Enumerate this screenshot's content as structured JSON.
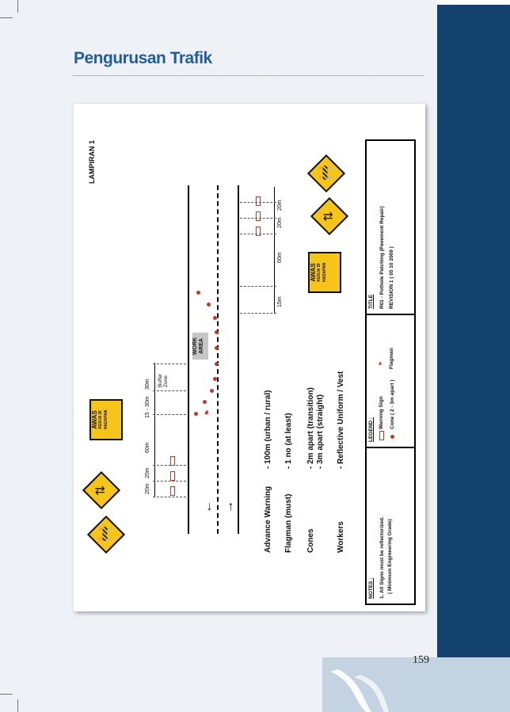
{
  "header": {
    "title": "Pengurusan Trafik"
  },
  "page_number": "159",
  "figure": {
    "lampiran": "LAMPIRAN 1",
    "work_area": [
      "WORK",
      "AREA"
    ],
    "buffer_zone": [
      "Buffer",
      "Zone"
    ],
    "sign_text": {
      "line1": "AWAS",
      "line2": "KERJA DI",
      "line3": "HADAPAN"
    },
    "dims_bottom": [
      "20m",
      "20m",
      "60m",
      "15 - 30m",
      "30m"
    ],
    "dims_top": [
      "15m",
      "60m",
      "20m",
      "20m"
    ],
    "specs": [
      {
        "label": "Advance Warning",
        "value": "- 100m (urban / rural)"
      },
      {
        "label": "Flagman (must)",
        "value": "- 1 no (at least)"
      },
      {
        "label": "Cones",
        "value": "- 2m apart (transition)",
        "value2": "- 3m apart (straight)"
      },
      {
        "label": "Workers",
        "value": "- Reflective Uniform / Vest"
      }
    ],
    "notes": {
      "heading": "NOTES :",
      "line1": "1. All Signs must be reflectorized.",
      "line2": "( Minimum Engineering Grade)"
    },
    "legend": {
      "heading": "LEGEND :",
      "warning_sign": "Warning Sign",
      "flagman": "Flagman",
      "cone": "Cone ( 2 - 3m apart )"
    },
    "title_block": {
      "heading": "TITLE",
      "line1": "R01 - Pothole Patching (Pavement Repair)",
      "line2": "REVISION 1 ( 05 10 2009 )"
    }
  }
}
